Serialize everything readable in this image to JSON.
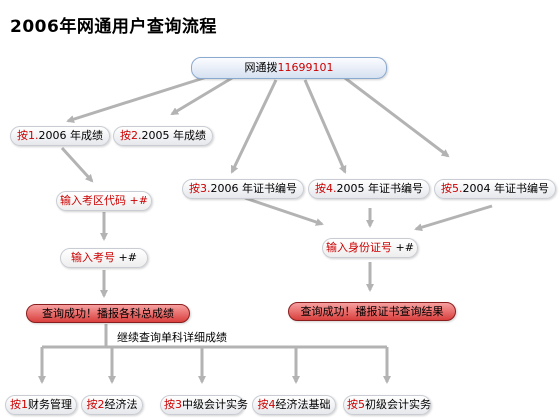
{
  "title": "2006年网通用户查询流程",
  "root": {
    "prefix": "网通拨",
    "number": "11699101"
  },
  "press": "按",
  "nodes": {
    "n2006": {
      "num": "1.",
      "text": "2006 年成绩"
    },
    "n2005": {
      "num": "2.",
      "text": "2005 年成绩"
    },
    "c2006": {
      "num": "3.",
      "text": "2006 年证书编号"
    },
    "c2005": {
      "num": "4.",
      "text": "2005 年证书编号"
    },
    "c2004": {
      "num": "5.",
      "text": "2004 年证书编号"
    }
  },
  "exam_code": {
    "text": "输入考区代码",
    "suffix": " +#"
  },
  "exam_no": {
    "text": "输入考号",
    "suffix": " +#"
  },
  "id_no": {
    "text": "输入身份证号",
    "suffix": " +#"
  },
  "result_score": "查询成功！播报各科总成绩",
  "result_cert": "查询成功！播报证书查询结果",
  "continue_label": "继续查询单科详细成绩",
  "subjects": [
    {
      "num": "1",
      "text": "财务管理"
    },
    {
      "num": "2",
      "text": "经济法"
    },
    {
      "num": "3",
      "text": "中级会计实务"
    },
    {
      "num": "4",
      "text": "经济法基础"
    },
    {
      "num": "5",
      "text": "初级会计实务"
    }
  ],
  "colors": {
    "accent": "#cc0000",
    "arrow": "#b3b3b3",
    "result_bg": "#d9403d"
  }
}
